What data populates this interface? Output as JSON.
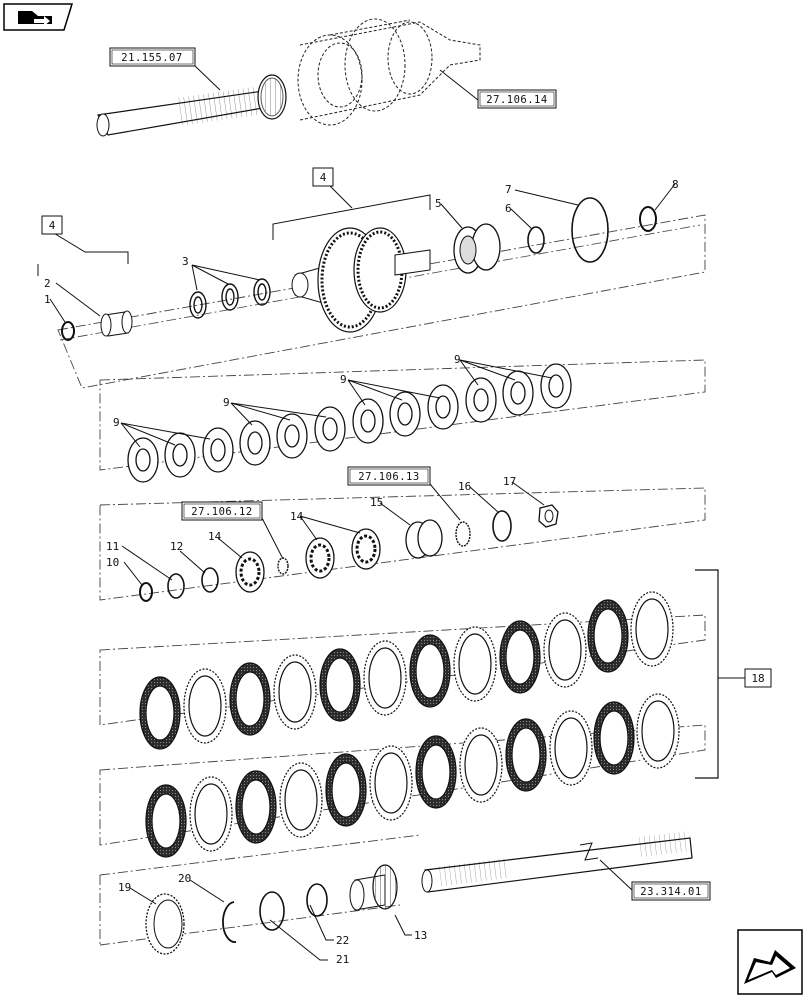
{
  "icons": {
    "top_left": "back-arrow-icon",
    "bottom_right": "next-page-arrow-icon"
  },
  "references": {
    "ref_shaft": "21.155.07",
    "ref_housing": "27.106.14",
    "ref_bearing_a": "27.106.12",
    "ref_bearing_b": "27.106.13",
    "ref_output_shaft": "23.314.01"
  },
  "callouts": {
    "c1": "1",
    "c2": "2",
    "c3": "3",
    "c4_left": "4",
    "c4_top": "4",
    "c5": "5",
    "c6": "6",
    "c7": "7",
    "c8": "8",
    "c9_a": "9",
    "c9_b": "9",
    "c9_c": "9",
    "c9_d": "9",
    "c10": "10",
    "c11": "11",
    "c12": "12",
    "c13": "13",
    "c14_a": "14",
    "c14_b": "14",
    "c15": "15",
    "c16": "16",
    "c17": "17",
    "c18": "18",
    "c19": "19",
    "c20": "20",
    "c21": "21",
    "c22": "22"
  }
}
